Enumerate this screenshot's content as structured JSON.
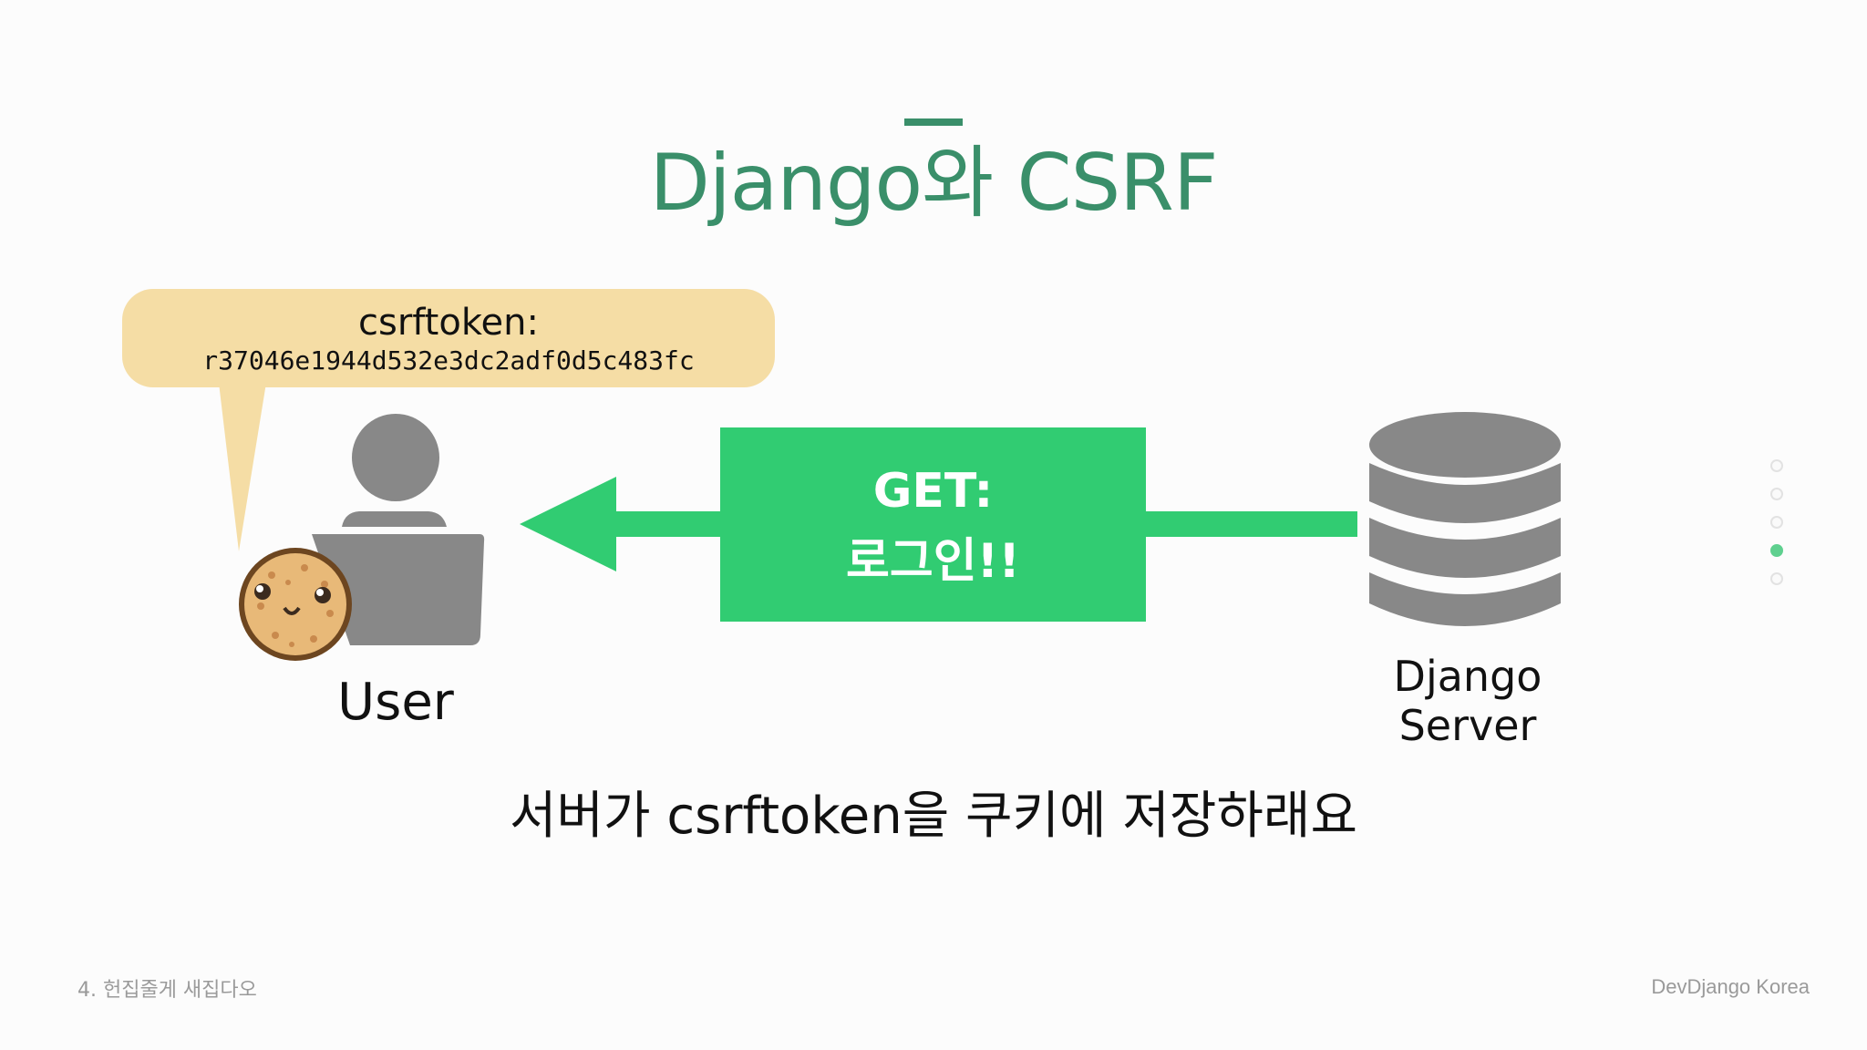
{
  "slide": {
    "title": "Django와 CSRF",
    "bubble": {
      "label": "csrftoken:",
      "token": "r37046e1944d532e3dc2adf0d5c483fc"
    },
    "user_label": "User",
    "request": {
      "method": "GET:",
      "action": "로그인!!"
    },
    "server_label_line1": "Django",
    "server_label_line2": "Server",
    "caption": "서버가 csrftoken을 쿠키에 저장하래요"
  },
  "footer": {
    "section": "4. 헌집줄게 새집다오",
    "brand": "DevDjango Korea"
  },
  "navigation": {
    "total_slides": 5,
    "active_index": 3
  },
  "colors": {
    "title_green": "#3a8f6a",
    "arrow_green": "#31cc72",
    "bubble_fill": "#f5dda5",
    "icon_gray": "#888888"
  },
  "icons": {
    "user": "user-at-laptop-icon",
    "cookie": "cookie-icon",
    "server": "database-icon",
    "arrow": "arrow-left-icon"
  }
}
